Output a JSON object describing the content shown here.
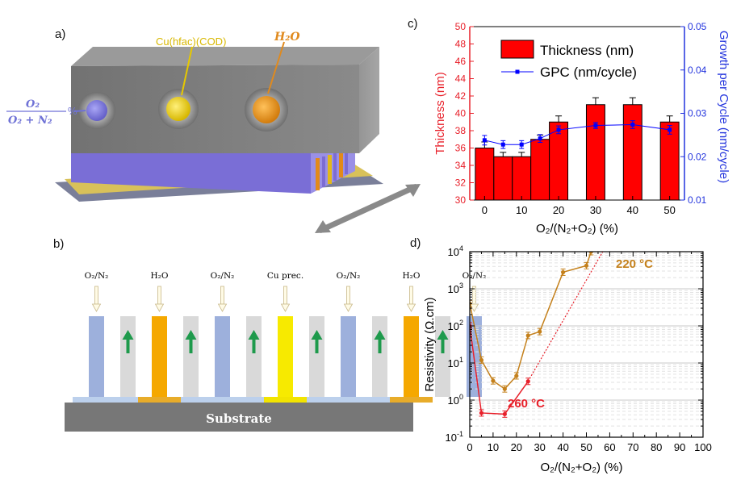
{
  "panels": {
    "a": "a)",
    "b": "b)",
    "c": "c)",
    "d": "d)"
  },
  "panel_a": {
    "label_cu": "Cu(hfac)(COD)",
    "label_h2o": "H₂O",
    "label_o2_num": "O₂",
    "label_o2_den": "O₂ + N₂",
    "label_pct": "%",
    "colors": {
      "o2": "#7b78d8",
      "cu": "#e7c800",
      "h2o": "#e8901a",
      "label_o2": "#6f72d6",
      "label_cu": "#d8b800",
      "label_h2o": "#e08a1e"
    }
  },
  "panel_b": {
    "gas_labels": [
      "O₂/N₂",
      "H₂O",
      "O₂/N₂",
      "Cu prec.",
      "O₂/N₂",
      "H₂O",
      "O₂/N₂"
    ],
    "substrate": "Substrate",
    "channel_sequence": [
      "o2",
      "n",
      "h2o",
      "n",
      "o2",
      "n",
      "cu",
      "n",
      "o2",
      "n",
      "h2o",
      "n",
      "o2"
    ],
    "colors": {
      "o2": "#9db0dc",
      "n": "#d9d9d9",
      "h2o": "#f5a800",
      "cu": "#f7ea00",
      "arrow": "#1e9a4c",
      "substrate": "#777777"
    }
  },
  "chart_data": [
    {
      "id": "c",
      "type": "bar",
      "xlabel": "O₂/(N₂+O₂) (%)",
      "ylabel": "Thickness (nm)",
      "y2label": "Growth per Cycle (nm/cycle)",
      "xlim": [
        -4,
        54
      ],
      "ylim": [
        30,
        50
      ],
      "y2lim": [
        0.01,
        0.05
      ],
      "xticks": [
        0,
        10,
        20,
        30,
        40,
        50
      ],
      "yticks": [
        30,
        32,
        34,
        36,
        38,
        40,
        42,
        44,
        46,
        48,
        50
      ],
      "y2ticks": [
        "0.01",
        "0.02",
        "0.03",
        "0.04",
        "0.05"
      ],
      "bar_width": 5,
      "legend_loc": "top-right",
      "series": [
        {
          "name": "Thickness (nm)",
          "type": "bar",
          "color": "#ff0000",
          "x": [
            0,
            5,
            10,
            15,
            20,
            30,
            40,
            50
          ],
          "values": [
            36,
            35,
            35,
            37,
            39,
            41,
            41,
            39
          ],
          "err": [
            0.7,
            0.5,
            0.5,
            0.5,
            0.7,
            0.8,
            0.8,
            0.7
          ]
        },
        {
          "name": "GPC (nm/cycle)",
          "type": "line",
          "color": "#0000ff",
          "axis": "right",
          "x": [
            0,
            5,
            10,
            15,
            20,
            30,
            40,
            50
          ],
          "values": [
            0.0238,
            0.0228,
            0.0228,
            0.0242,
            0.0262,
            0.0272,
            0.0274,
            0.0262
          ],
          "err": [
            0.0011,
            0.0009,
            0.0009,
            0.0009,
            0.0009,
            0.0007,
            0.0009,
            0.001
          ]
        }
      ]
    },
    {
      "id": "d",
      "type": "line",
      "xlabel": "O₂/(N₂+O₂) (%)",
      "ylabel": "Resistivity (Ω.cm)",
      "yscale": "log",
      "xlim": [
        0,
        100
      ],
      "ylim": [
        0.1,
        10000
      ],
      "xticks": [
        0,
        5,
        10,
        15,
        20,
        25,
        30,
        35,
        40,
        45,
        50,
        55,
        60,
        65,
        70,
        75,
        80,
        85,
        90,
        95,
        100
      ],
      "ytick_labels": [
        {
          "mant": "10",
          "exp": "-1"
        },
        {
          "mant": "10",
          "exp": "0"
        },
        {
          "mant": "10",
          "exp": "1"
        },
        {
          "mant": "10",
          "exp": "2"
        },
        {
          "mant": "10",
          "exp": "3"
        },
        {
          "mant": "10",
          "exp": "4"
        }
      ],
      "grid": true,
      "series": [
        {
          "name": "220 °C",
          "color": "#c4801b",
          "x": [
            0,
            5,
            10,
            15,
            20,
            25,
            30,
            40,
            50,
            52
          ],
          "values": [
            400,
            12,
            3.3,
            2,
            4.5,
            55,
            70,
            2800,
            4200,
            10000
          ]
        },
        {
          "name": "260 °C",
          "color": "#e8202a",
          "x": [
            0,
            5,
            15,
            25
          ],
          "values": [
            100,
            0.45,
            0.42,
            3.2
          ],
          "fit": {
            "x": [
              25,
              57
            ],
            "values": [
              3.2,
              10000
            ]
          }
        }
      ]
    }
  ]
}
